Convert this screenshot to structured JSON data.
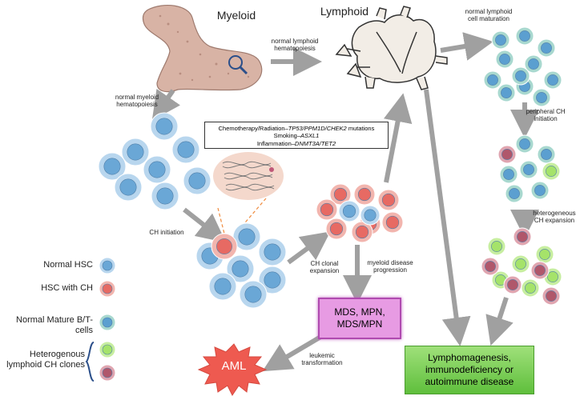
{
  "headers": {
    "myeloid": "Myeloid",
    "lymphoid": "Lymphoid"
  },
  "labels": {
    "normal_lymphoid_hematopoiesis": "normal lymphoid hematopoiesis",
    "normal_myeloid_hematopoiesis": "normal myeloid hematopoiesis",
    "normal_lymphoid_cell_maturation": "normal lymphoid cell maturation",
    "peripheral_ch_initiation": "peripheral CH initiation",
    "heterogeneous_ch_expansion": "heterogeneous CH expansion",
    "ch_initiation": "CH initiation",
    "ch_clonal_expansion": "CH clonal expansion",
    "myeloid_disease_progression": "myeloid disease progression",
    "leukemic_transformation": "leukemic transformation"
  },
  "mutation_box": {
    "line1_prefix": "Chemotherapy/Radiation–",
    "line1_italic": "TP53/PPM1D/CHEK2",
    "line1_suffix": " mutations",
    "line2_prefix": "Smoking–",
    "line2_italic": "ASXL1",
    "line3_prefix": "Inflammation–",
    "line3_italic": "DNMT3A/TET2"
  },
  "outcomes": {
    "mds_line1": "MDS, MPN,",
    "mds_line2": "MDS/MPN",
    "aml": "AML",
    "lympho_line1": "Lymphomagenesis,",
    "lympho_line2": "immunodeficiency or",
    "lympho_line3": "autoimmune disease"
  },
  "legend": [
    {
      "label": "Normal HSC",
      "fill": "#6aa7d6",
      "ring": "#b8d6ee"
    },
    {
      "label": "HSC with CH",
      "fill": "#e76a63",
      "ring": "#f2b5ae"
    },
    {
      "label": "Normal Mature B/T-cells",
      "fill": "#5b9fd0",
      "ring": "#a8d8cf"
    },
    {
      "label": "Heterogenous lymphoid CH clones",
      "fill": "#a5e36a",
      "ring": "#c7eea0",
      "fill2": "#b0576b",
      "ring2": "#e0a5b0"
    }
  ],
  "colors": {
    "arrow": "#a0a0a0",
    "bone": "#d8b3a5",
    "normal_hsc": "#6aa7d6",
    "ch_hsc": "#e76a63",
    "mature_lymph": "#5b9fd0",
    "clone_green": "#a5e36a",
    "clone_maroon": "#b0576b"
  },
  "icons": [
    "magnifier-icon",
    "thymus-gland-icon",
    "dna-strand-icon",
    "aml-starburst-icon",
    "bracket-icon"
  ]
}
